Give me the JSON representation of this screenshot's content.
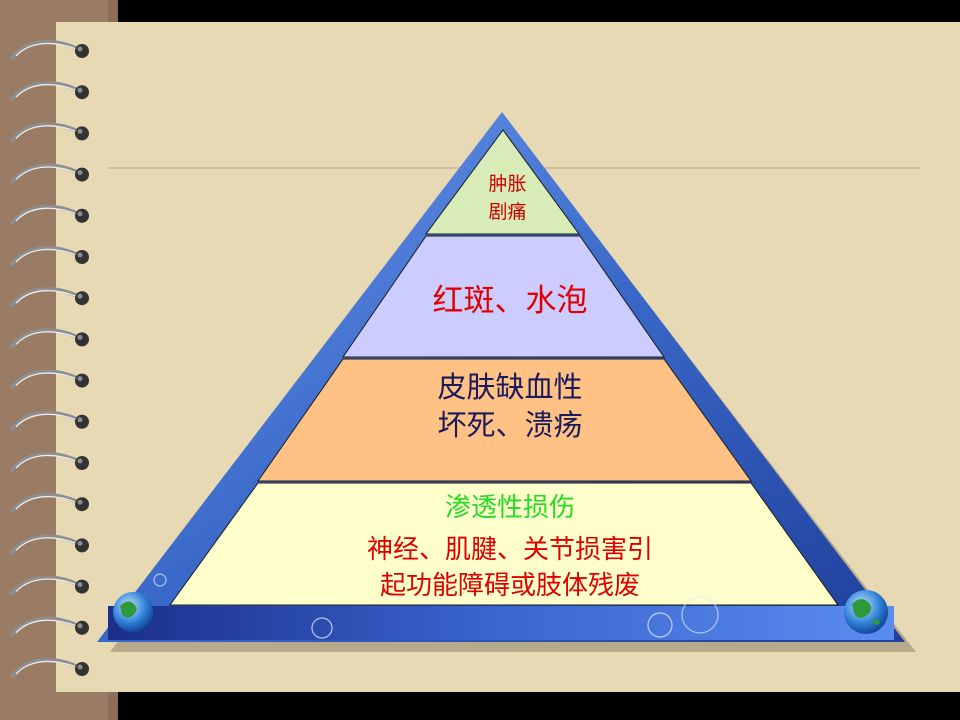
{
  "slide": {
    "background_color": "#E8D9B5",
    "spine_color": "#9A7B63",
    "pyramid": {
      "border_color": "#3A68C8",
      "tiers": [
        {
          "id": "tier-top",
          "lines": [
            "肿胀",
            "剧痛"
          ],
          "fill": "#D8ECB8",
          "text_color": "#CC0000"
        },
        {
          "id": "tier-second",
          "lines": [
            "红斑、水泡"
          ],
          "fill": "#CCCCFF",
          "text_color": "#E00000"
        },
        {
          "id": "tier-third",
          "lines": [
            "皮肤缺血性",
            "坏死、溃疡"
          ],
          "fill": "#FFC184",
          "text_color": "#1A1A5C"
        },
        {
          "id": "tier-bottom",
          "lines": [
            "渗透性损伤",
            "神经、肌腱、关节损害引",
            "起功能障碍或肢体残废"
          ],
          "fill": "#FFFFCC",
          "line_colors": [
            "#22DD22",
            "#E00000",
            "#E00000"
          ]
        }
      ]
    }
  }
}
